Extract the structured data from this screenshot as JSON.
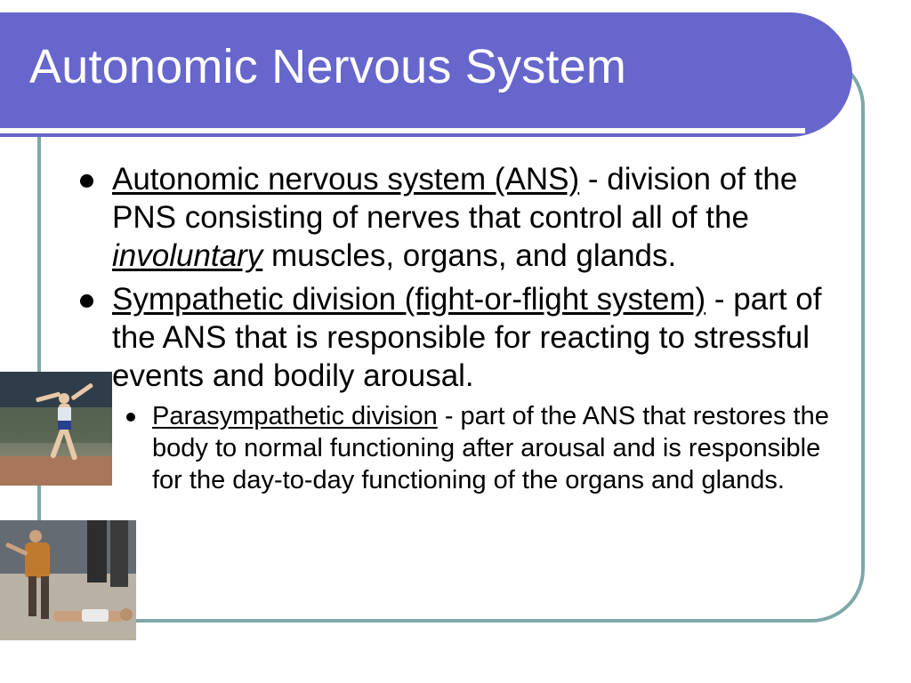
{
  "slide": {
    "title": "Autonomic Nervous System",
    "bullets": [
      {
        "term": "Autonomic nervous system (ANS)",
        "text_1": " - division of the PNS consisting of nerves that control all of the ",
        "emphasis": "involuntary",
        "text_2": " muscles, organs, and glands."
      },
      {
        "term": "Sympathetic division (fight-or-flight system)",
        "text_1": " - part of the ANS that is responsible for reacting to stressful events and bodily arousal."
      }
    ],
    "sub_bullets": [
      {
        "term": "Parasympathetic division",
        "text_1": " - part of the ANS that restores the body to normal functioning after arousal and is responsible for the day-to-day functioning of the organs and glands."
      }
    ]
  },
  "colors": {
    "title_bar": "#6666cc",
    "frame": "#7fa8a8",
    "text": "#000000"
  }
}
